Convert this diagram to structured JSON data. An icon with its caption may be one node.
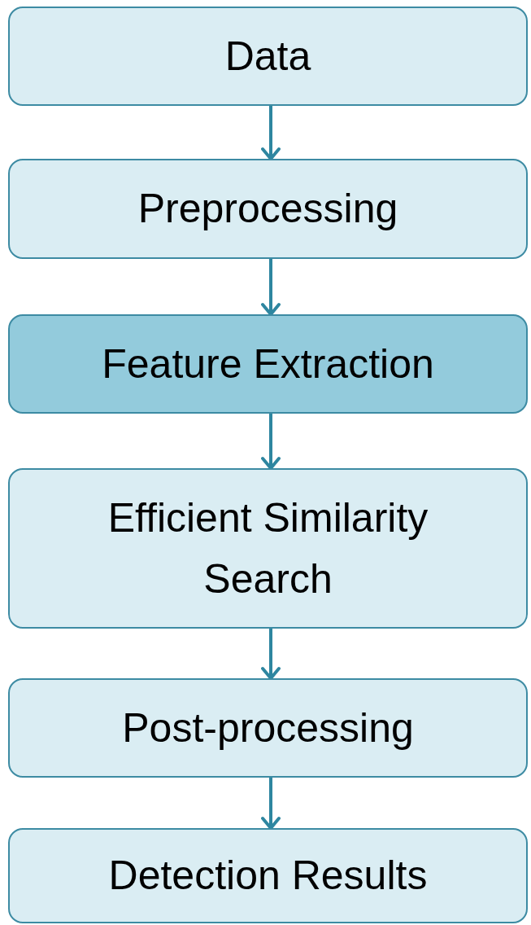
{
  "diagram": {
    "nodes": [
      {
        "text": [
          "Data"
        ]
      },
      {
        "text": [
          "Preprocessing"
        ]
      },
      {
        "text": [
          "Feature Extraction"
        ]
      },
      {
        "text": [
          "Efficient Similarity Search"
        ]
      },
      {
        "text": [
          "Post-processing"
        ]
      },
      {
        "text": [
          "Detection Results"
        ]
      }
    ],
    "edges": [
      {
        "from": 0,
        "to": 1,
        "arrow": "to"
      },
      {
        "from": 1,
        "to": 2,
        "arrow": "to"
      },
      {
        "from": 2,
        "to": 3,
        "arrow": "to"
      },
      {
        "from": 3,
        "to": 4,
        "arrow": "to"
      },
      {
        "from": 4,
        "to": 5,
        "arrow": "to"
      }
    ]
  }
}
